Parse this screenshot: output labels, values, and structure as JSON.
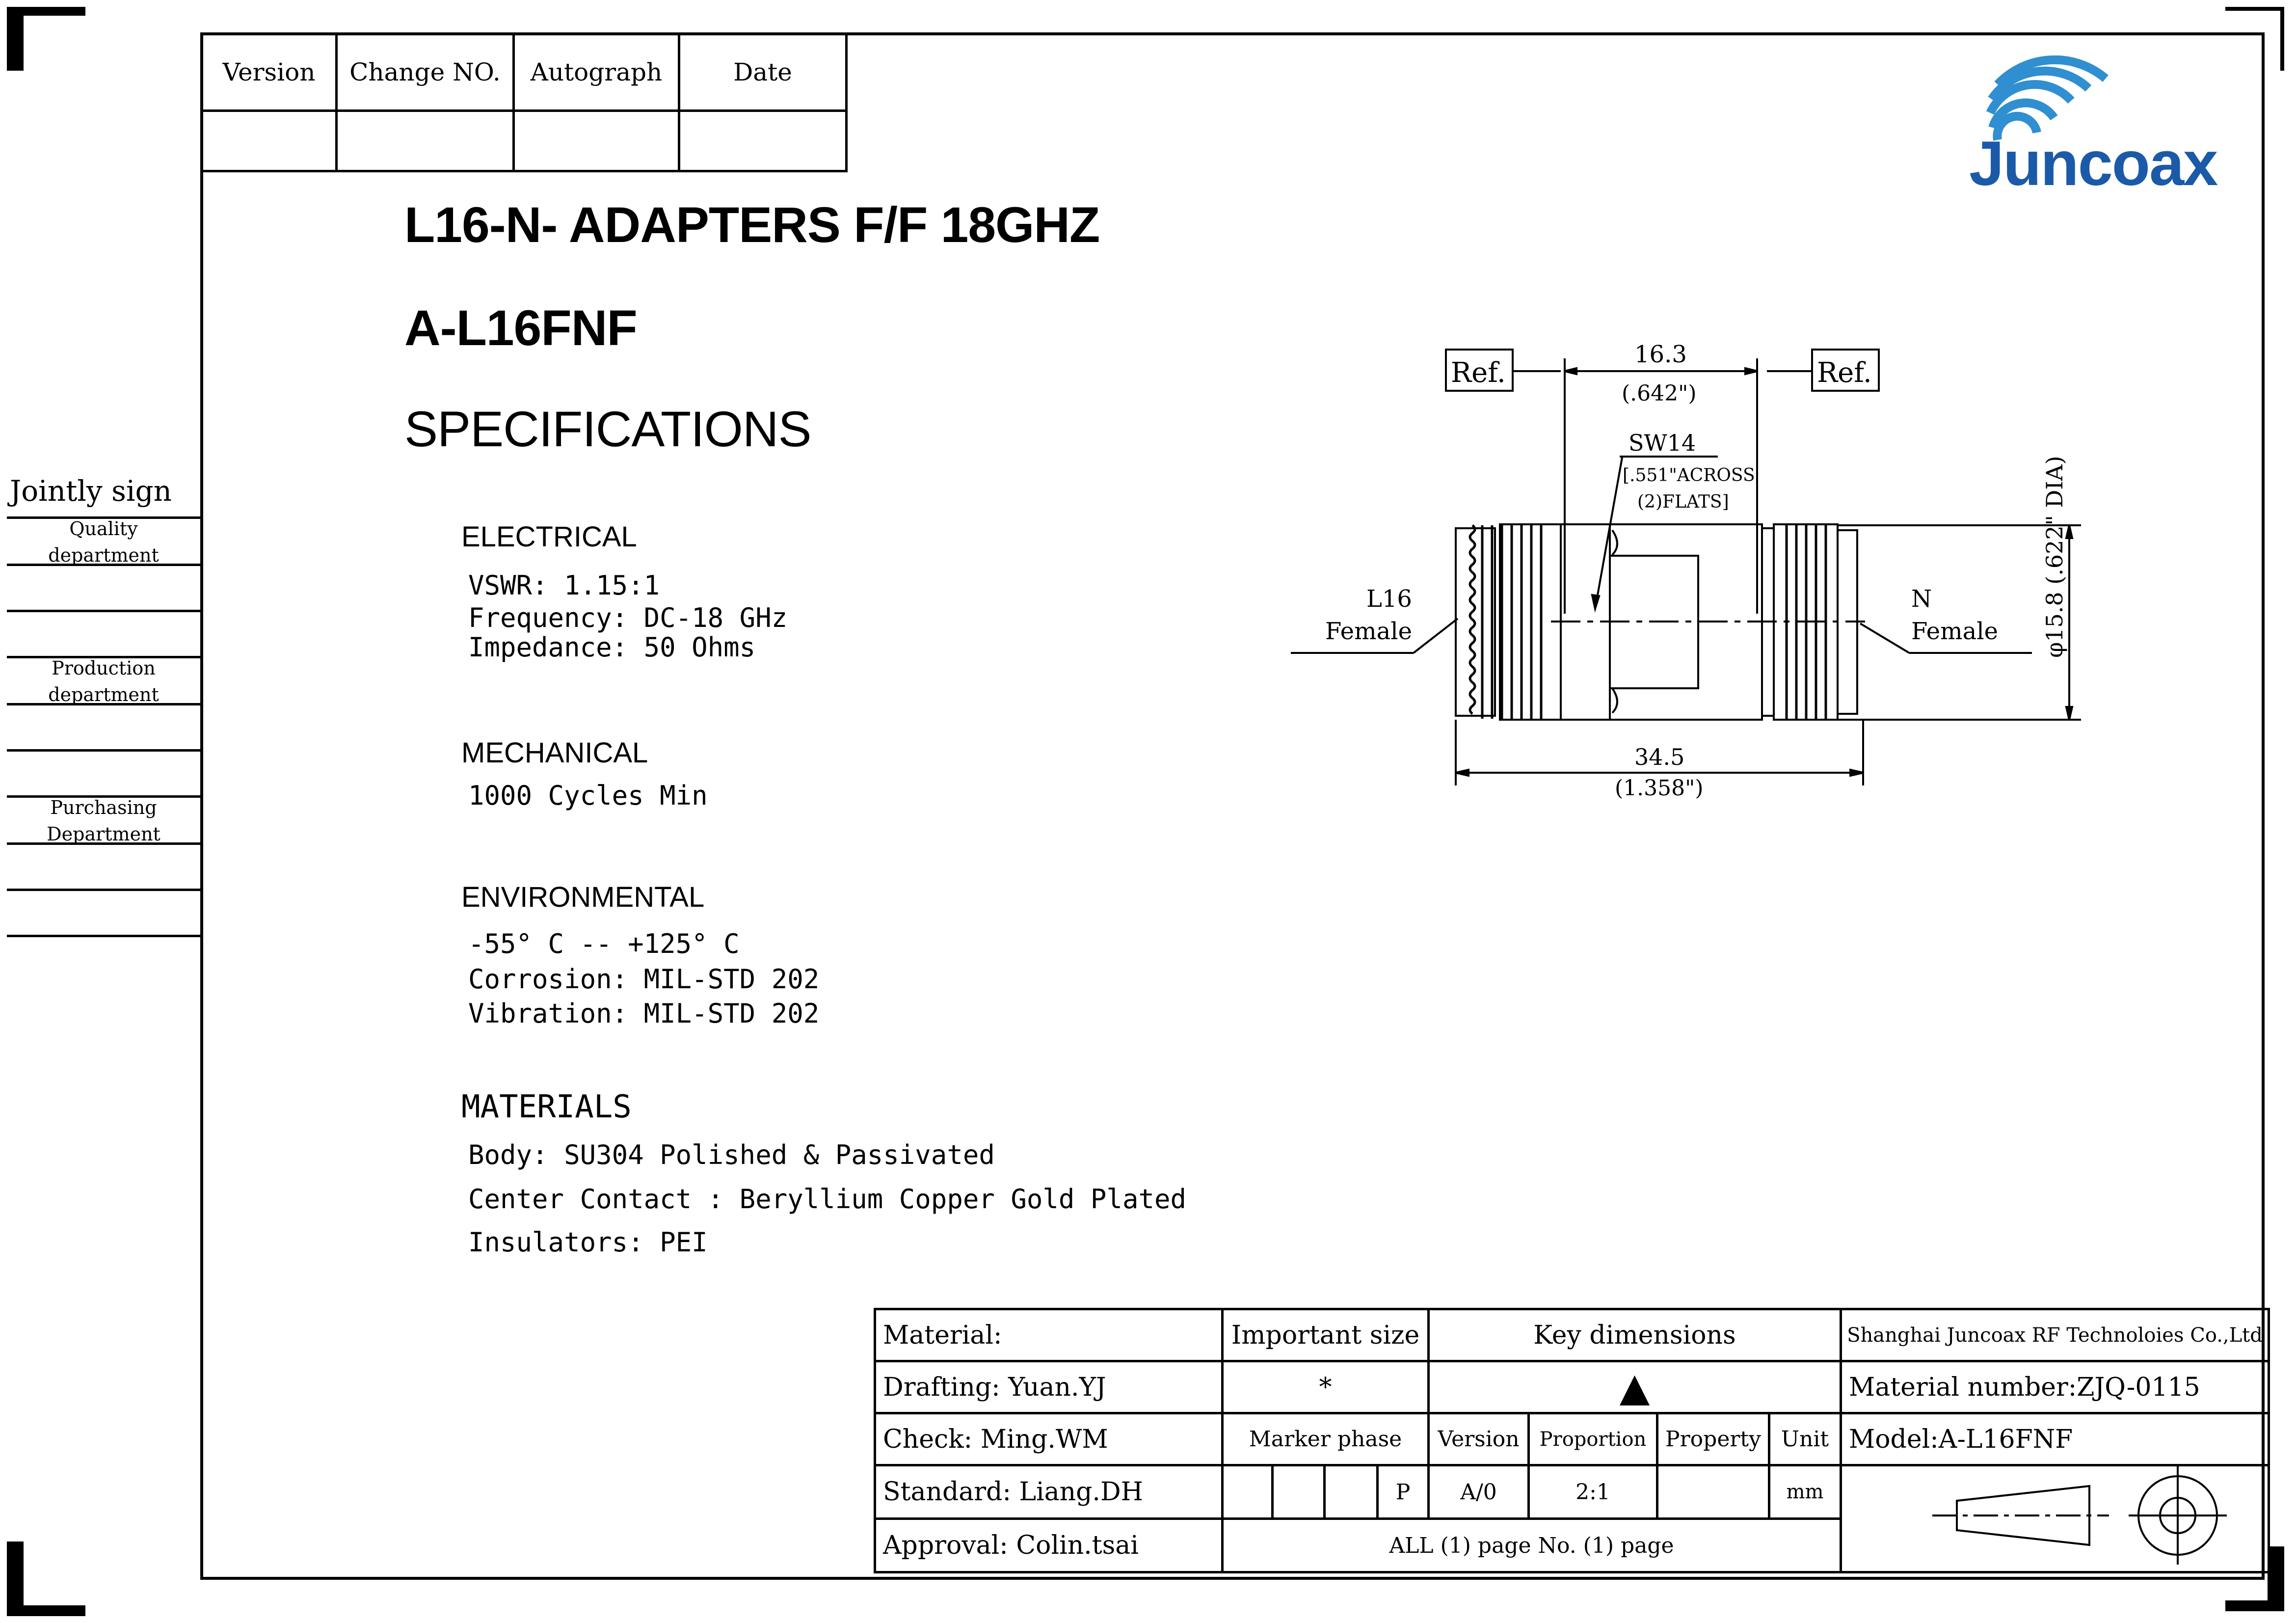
{
  "revision_table": {
    "headers": [
      "Version",
      "Change   NO.",
      "Autograph",
      "Date"
    ]
  },
  "logo": {
    "text": "Juncoax"
  },
  "title": {
    "product": "L16-N- ADAPTERS F/F 18GHZ",
    "model": "A-L16FNF",
    "specifications": "SPECIFICATIONS"
  },
  "sections": {
    "electrical": {
      "heading": "ELECTRICAL",
      "lines": [
        "VSWR:  1.15:1",
        "Frequency: DC-18 GHz",
        "Impedance: 50 Ohms"
      ]
    },
    "mechanical": {
      "heading": "MECHANICAL",
      "lines": [
        "1000 Cycles Min"
      ]
    },
    "environmental": {
      "heading": "ENVIRONMENTAL",
      "lines": [
        "-55° C -- +125° C",
        "Corrosion: MIL-STD 202",
        "Vibration: MIL-STD 202"
      ]
    },
    "materials": {
      "heading": "MATERIALS",
      "lines": [
        "Body: SU304 Polished & Passivated",
        "Center Contact : Beryllium Copper Gold Plated",
        "Insulators: PEI"
      ]
    }
  },
  "jointly_sign": {
    "title": "Jointly sign",
    "departments": [
      [
        "Quality",
        "department"
      ],
      [
        "Production",
        "department"
      ],
      [
        "Purchasing",
        "Department"
      ]
    ]
  },
  "drawing": {
    "ref_left": "Ref.",
    "ref_right": "Ref.",
    "dim_top_mm": "16.3",
    "dim_top_in": "(.642\")",
    "wrench": "SW14",
    "wrench_note_1": "[.551\"ACROSS",
    "wrench_note_2": "(2)FLATS]",
    "left_label_1": "L16",
    "left_label_2": "Female",
    "right_label_1": "N",
    "right_label_2": "Female",
    "dim_bottom_mm": "34.5",
    "dim_bottom_in": "(1.358\")",
    "dia_label": "φ15.8   (.622\" DIA)"
  },
  "title_block": {
    "material": "Material:",
    "important_size": "Important size",
    "key_dimensions": "Key dimensions",
    "company": "Shanghai Juncoax RF Technoloies Co.,Ltd",
    "drafting": "Drafting: Yuan.YJ",
    "star": "*",
    "triangle": "▲",
    "material_number": "Material number:ZJQ-0115",
    "check": "Check:    Ming.WM",
    "marker_phase": "Marker phase",
    "version": "Version",
    "proportion": "Proportion",
    "property": "Property",
    "unit": "Unit",
    "model": "Model:A-L16FNF",
    "standard": "Standard: Liang.DH",
    "p": "P",
    "version_value": "A/0",
    "proportion_value": "2:1",
    "unit_value": "mm",
    "approval": "Approval: Colin.tsai",
    "pages": "ALL (1) page  No. (1) page"
  }
}
